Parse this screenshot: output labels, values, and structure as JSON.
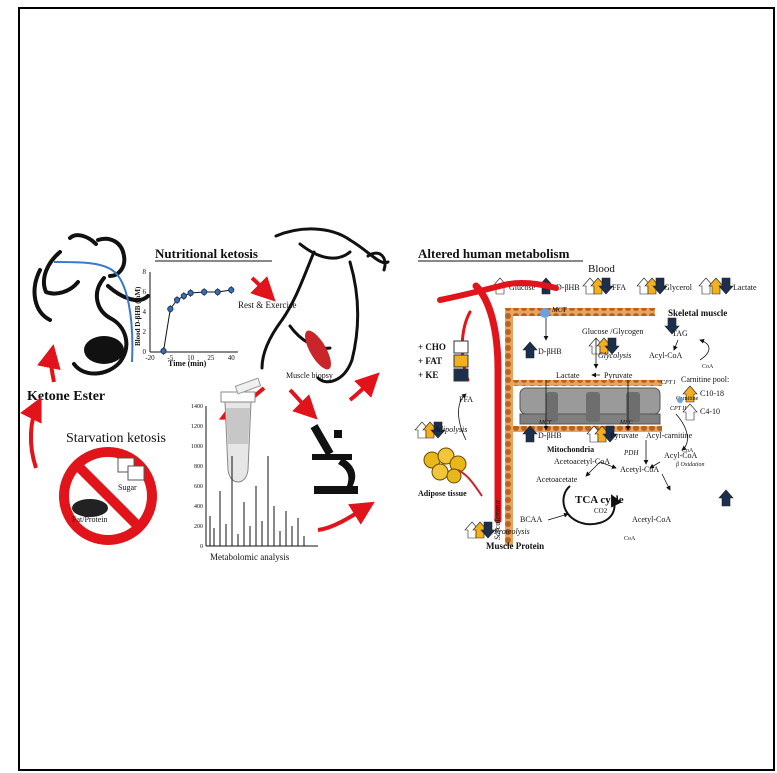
{
  "colors": {
    "cho": "#ffffff",
    "fat": "#f2b01e",
    "ke": "#1c2f4d",
    "arrow": "#e0141a",
    "membrane": "#c8772a",
    "mito": "#8c8c8c"
  },
  "left": {
    "title": "Nutritional ketosis",
    "ketone_ester": "Ketone Ester",
    "starvation": "Starvation ketosis",
    "sugar": "Sugar",
    "fat_protein": "Fat/Protein",
    "rest_exercise": "Rest & Exercise",
    "muscle_biopsy": "Muscle biopsy",
    "metabolomic": "Metabolomic   analysis",
    "mini_chart": {
      "ylabel": "Blood D-βHB (mM)",
      "xlabel": "Time (min)",
      "yticks": [
        "8",
        "6",
        "4",
        "2",
        "0"
      ],
      "xticks": [
        "-20",
        "-5",
        "10",
        "25",
        "40"
      ]
    },
    "spectrum_chart": {
      "yticks": [
        "1400",
        "1200",
        "1000",
        "800",
        "600",
        "400",
        "200",
        "0"
      ]
    }
  },
  "chart_data": [
    {
      "type": "line",
      "xlabel": "Time (min)",
      "ylabel": "Blood D-βHB (mM)",
      "x": [
        -10,
        -5,
        0,
        5,
        10,
        20,
        30,
        40
      ],
      "values": [
        0.1,
        4.3,
        5.2,
        5.6,
        5.9,
        6.0,
        6.0,
        6.2
      ],
      "xlim": [
        -20,
        45
      ],
      "ylim": [
        0,
        8
      ]
    }
  ],
  "right": {
    "title": "Altered human metabolism",
    "blood": "Blood",
    "glucose": "Glucose",
    "dbhb": "D-βHB",
    "ffa": "FFA",
    "glycerol": "Glycerol",
    "lactate": "Lactate",
    "skeletal_muscle": "Skeletal muscle",
    "mct": "MCT",
    "glucose_glycogen": "Glucose   /Glycogen",
    "tag": "TAG",
    "acyl_coa": "Acyl-CoA",
    "coa": "CoA",
    "glycolysis": "Glycolysis",
    "lactate2": "Lactate",
    "pyruvate": "Pyruvate",
    "cpt1": "CPT I",
    "carnitine": "Carnitine",
    "carnitine_pool": "Carnitine  pool:",
    "c10_18": "C10-18",
    "c4_10": "C4-10",
    "cpt2": "CPT II",
    "mpc": "MPC",
    "acyl_carnitine": "Acyl-carnitine",
    "beta_ox": "β Oxidation",
    "mitochondria": "Mitochondria",
    "pdh": "PDH",
    "acetoacetyl_coa": "Acetoacetyl-CoA",
    "acetyl_coa": "Acetyl-CoA",
    "acetoacetate": "Acetoacetate",
    "tca": "TCA cycle",
    "co2": "CO2",
    "bcaa": "BCAA",
    "proteolysis": "Proteolysis",
    "muscle_protein": "Muscle Protein",
    "adipolysis": "Adipolysis",
    "adipose": "Adipose tissue",
    "sarcolemma": "Sarcolemma",
    "legend": [
      "+ CHO",
      "+ FAT",
      "+ KE"
    ]
  }
}
